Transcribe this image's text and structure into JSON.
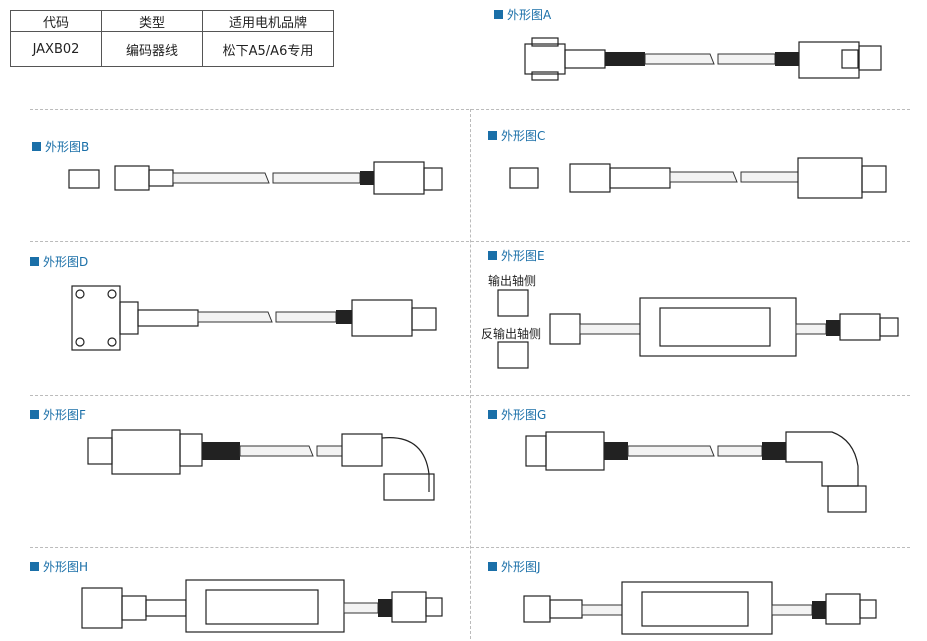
{
  "table": {
    "headers": [
      "代码",
      "类型",
      "适用电机品牌"
    ],
    "row": [
      "JAXB02",
      "编码器线",
      "松下A5/A6专用"
    ]
  },
  "figures": {
    "a": "外形图A",
    "b": "外形图B",
    "c": "外形图C",
    "d": "外形图D",
    "e": "外形图E",
    "f": "外形图F",
    "g": "外形图G",
    "h": "外形图H",
    "j": "外形图J"
  },
  "figure_e": {
    "output_side": "输出轴侧",
    "reverse_output_side": "反输出轴侧"
  },
  "colors": {
    "label_blue": "#1a6fa8",
    "line": "#222222"
  }
}
